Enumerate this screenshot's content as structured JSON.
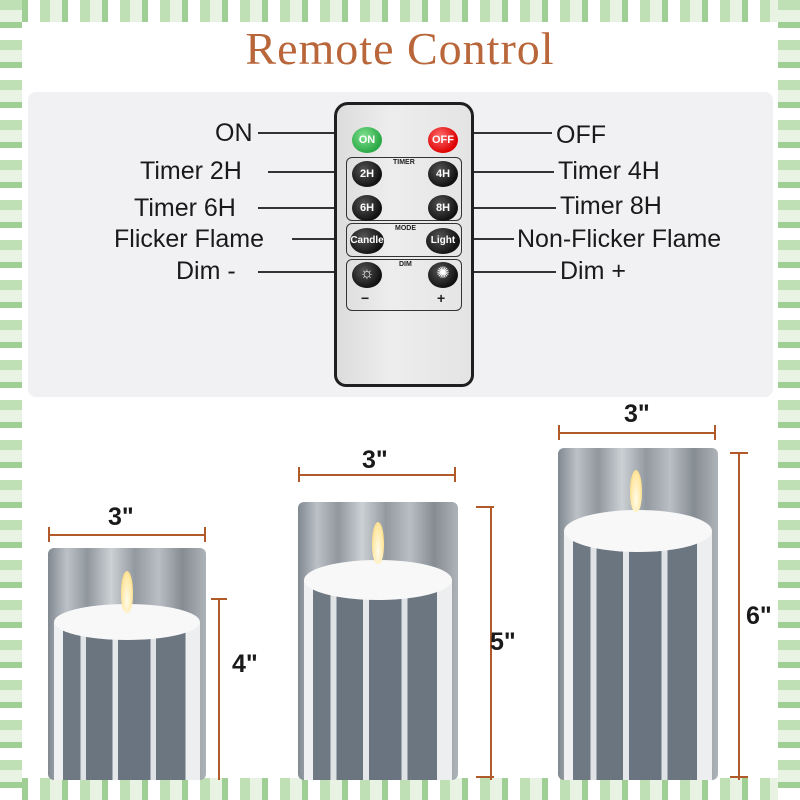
{
  "title": "Remote Control",
  "remote": {
    "labels_left": [
      "ON",
      "Timer 2H",
      "Timer 6H",
      "Flicker Flame",
      "Dim -"
    ],
    "labels_right": [
      "OFF",
      "Timer 4H",
      "Timer 8H",
      "Non-Flicker Flame",
      "Dim +"
    ],
    "buttons": {
      "on": "ON",
      "off": "OFF",
      "t2": "2H",
      "t4": "4H",
      "t6": "6H",
      "t8": "8H",
      "candle": "Candle",
      "light": "Light"
    },
    "groups": {
      "timer": "TIMER",
      "mode": "MODE",
      "dim": "DIM"
    },
    "signs": {
      "minus": "−",
      "plus": "+"
    },
    "icons": [
      "sun-dim-icon",
      "sun-bright-icon"
    ]
  },
  "candles": [
    {
      "width": "3\"",
      "height": "4\""
    },
    {
      "width": "3\"",
      "height": "5\""
    },
    {
      "width": "3\"",
      "height": "6\""
    }
  ],
  "colors": {
    "title": "#b8663a",
    "dimension": "#b05a2a",
    "on": "#2aa845",
    "off": "#dd0000"
  }
}
